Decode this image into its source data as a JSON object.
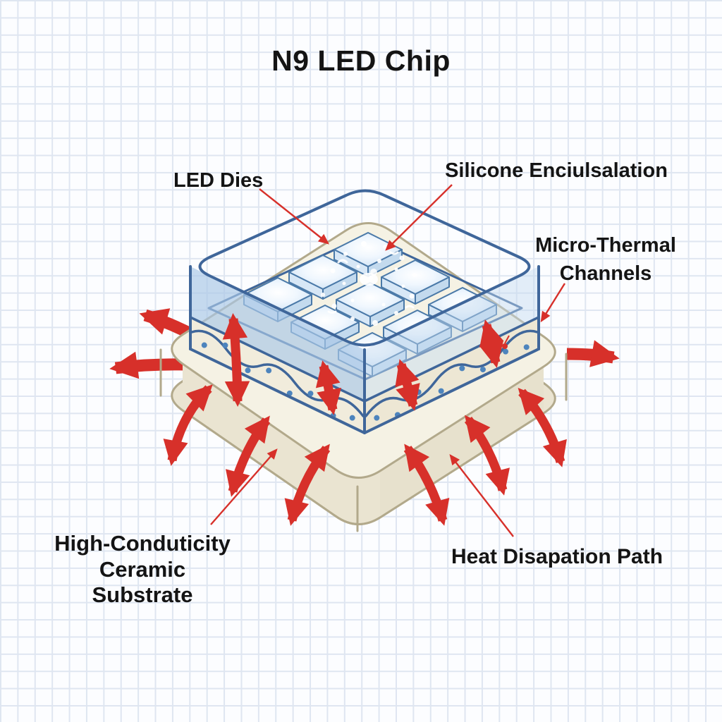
{
  "title": "N9 LED Chip",
  "labels": {
    "led_dies": "LED Dies",
    "encapsulation": "Silicone Enciulsalation",
    "micro_thermal_line1": "Micro-Thermal",
    "micro_thermal_line2": "Channels",
    "substrate_line1": "High-Conduticity",
    "substrate_line2": "Ceramic",
    "substrate_line3": "Substrate",
    "heat_path": "Heat Disapation Path"
  },
  "diagram": {
    "die_grid": {
      "rows": 3,
      "cols": 3
    }
  },
  "colors": {
    "heat_arrow_red": "#d7302a",
    "chip_outline_blue": "#3f669a",
    "die_outline_blue": "#4a79a8",
    "encapsulation_blue": "#c7dcf1",
    "die_plane_blue": "#a9c9e7",
    "channel_layer_cream": "#f1ecdc",
    "channel_dot_blue": "#4d84bd",
    "substrate_cream": "#f5f2e4",
    "substrate_side_cream": "#eae4d1",
    "substrate_edge_tan": "#b2a98b",
    "grid_line": "#dfe6f1",
    "background": "#fcfdff",
    "label_text": "#141414"
  }
}
